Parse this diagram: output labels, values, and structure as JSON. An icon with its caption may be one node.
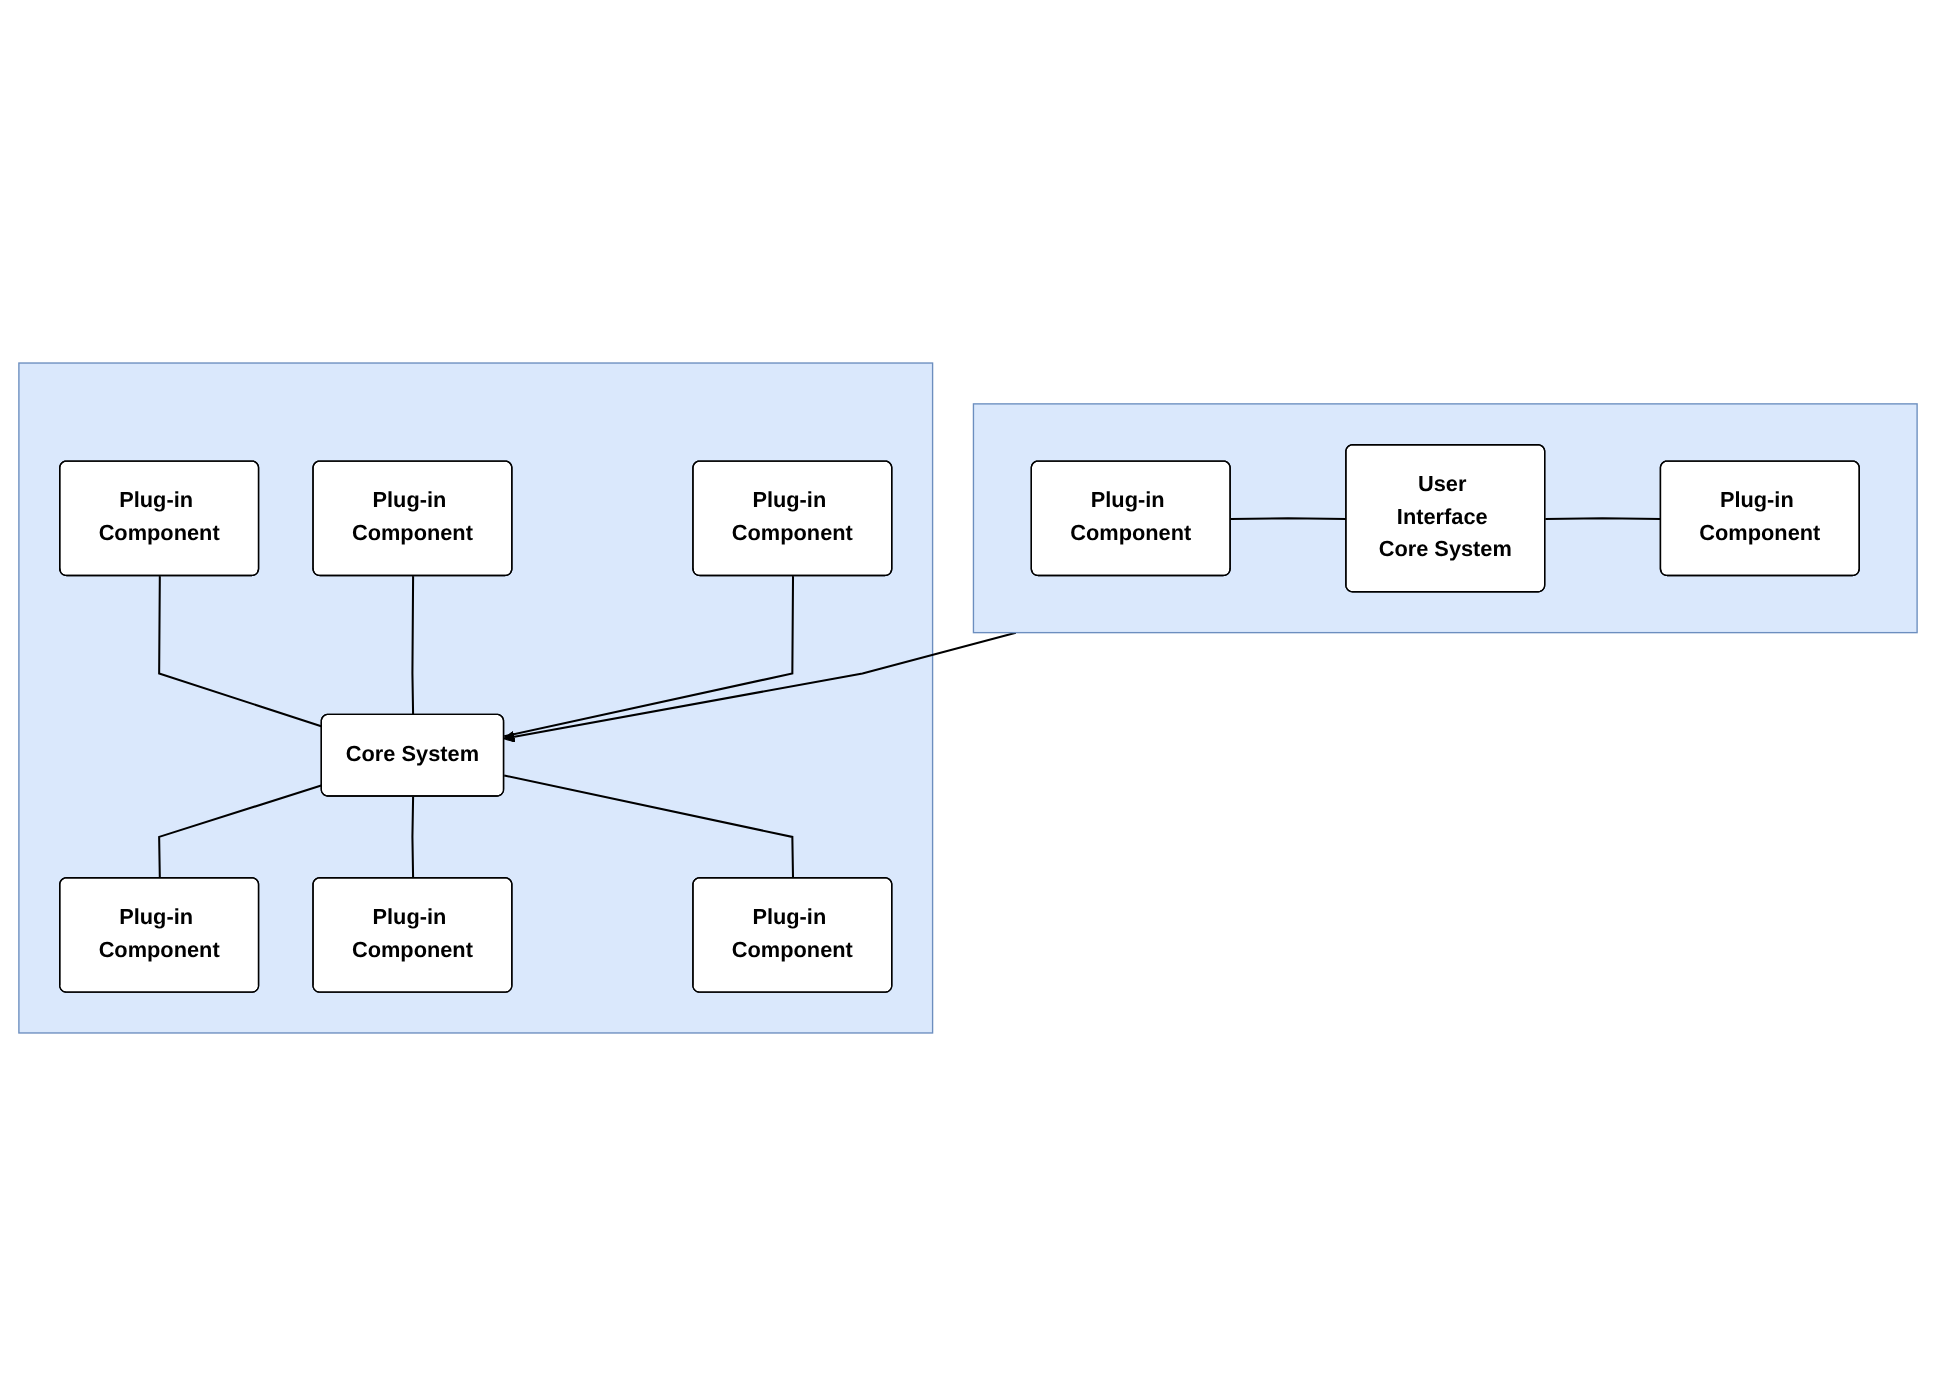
{
  "diagram": {
    "nodes": [
      {
        "text": [],
        "shape": "box"
      },
      {
        "text": [
          "Plug-in Component"
        ],
        "in": 0
      },
      {
        "text": [
          "User Interface Core System"
        ],
        "in": 0
      },
      {
        "text": [
          "Plug-in Component"
        ],
        "in": 0
      },
      {
        "text": [],
        "shape": "box"
      },
      {
        "text": [
          "Plug-in Component"
        ],
        "in": 4
      },
      {
        "text": [
          "Core System"
        ],
        "in": 4
      },
      {
        "text": [
          "Plug-in Component"
        ],
        "in": 4
      },
      {
        "text": [
          "Plug-in Component"
        ],
        "in": 4
      },
      {
        "text": [
          "Plug-in Component"
        ],
        "in": 4
      },
      {
        "text": [
          "Plug-in Component"
        ],
        "in": 4
      },
      {
        "text": [
          "Plug-in Component"
        ],
        "in": 4
      }
    ],
    "edges": [
      {
        "from": 1,
        "to": 2,
        "arrow": "none"
      },
      {
        "from": 2,
        "to": 3,
        "arrow": "none"
      },
      {
        "from": 0,
        "to": 6,
        "arrow": "to"
      },
      {
        "from": 5,
        "to": 6,
        "arrow": "none"
      },
      {
        "from": 6,
        "to": 7,
        "arrow": "none"
      },
      {
        "from": 8,
        "to": 6,
        "arrow": "none"
      },
      {
        "from": 6,
        "to": 9,
        "arrow": "none"
      },
      {
        "from": 10,
        "to": 6,
        "arrow": "none"
      },
      {
        "from": 6,
        "to": 11,
        "arrow": "none"
      }
    ]
  }
}
